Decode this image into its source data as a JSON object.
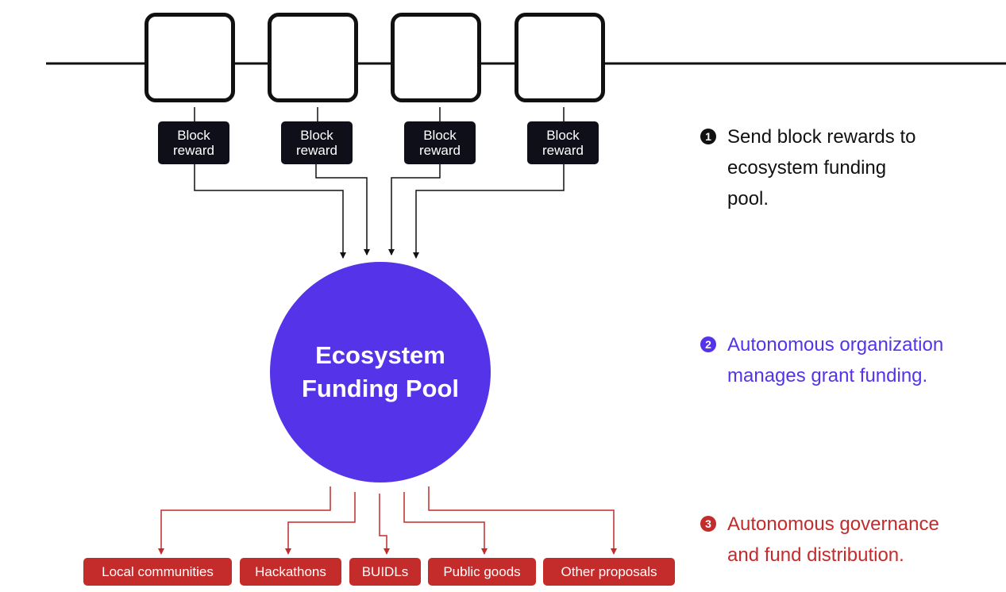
{
  "colors": {
    "chain": "#111111",
    "pool": "#5433e8",
    "distribution": "#c42b2b",
    "step1": "#111111",
    "step2": "#5433e8",
    "step3": "#c42b2b"
  },
  "blocks": [
    {
      "reward_label": "Block\nreward"
    },
    {
      "reward_label": "Block\nreward"
    },
    {
      "reward_label": "Block\nreward"
    },
    {
      "reward_label": "Block\nreward"
    }
  ],
  "pool": {
    "label": "Ecosystem\nFunding Pool"
  },
  "destinations": [
    {
      "label": "Local communities"
    },
    {
      "label": "Hackathons"
    },
    {
      "label": "BUIDLs"
    },
    {
      "label": "Public goods"
    },
    {
      "label": "Other proposals"
    }
  ],
  "steps": [
    {
      "number": "1",
      "text": "Send block rewards to\necosystem funding\npool."
    },
    {
      "number": "2",
      "text": "Autonomous organization\nmanages grant funding."
    },
    {
      "number": "3",
      "text": "Autonomous governance\nand fund distribution."
    }
  ]
}
